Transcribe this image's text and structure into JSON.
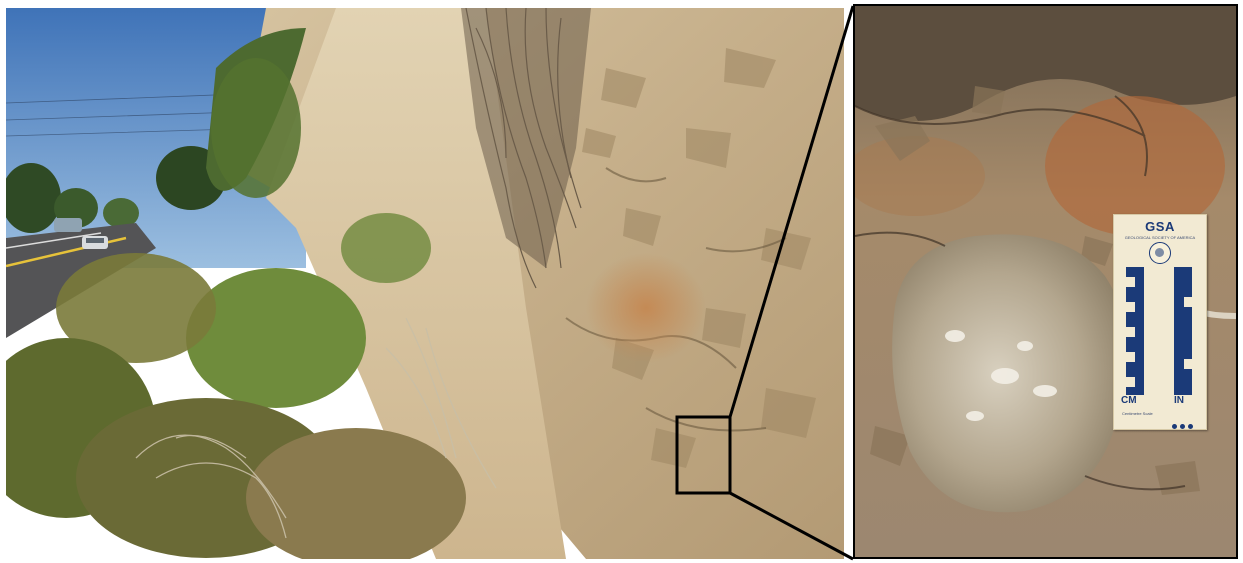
{
  "figure": {
    "panels": [
      {
        "id": "outcrop-overview",
        "kind": "photograph",
        "subject": "roadside road-cut slope"
      },
      {
        "id": "close-up-detail",
        "kind": "photograph",
        "subject": "enlarged view of the boxed area"
      }
    ],
    "inset_box_color": "#000000",
    "scale_card": {
      "title": "GSA",
      "subtitle": "GEOLOGICAL SOCIETY OF AMERICA",
      "left_unit": "CM",
      "right_unit": "IN",
      "footer": "Centimetre Scale",
      "accent_color": "#1b3a78",
      "card_color": "#f2ead3"
    }
  }
}
